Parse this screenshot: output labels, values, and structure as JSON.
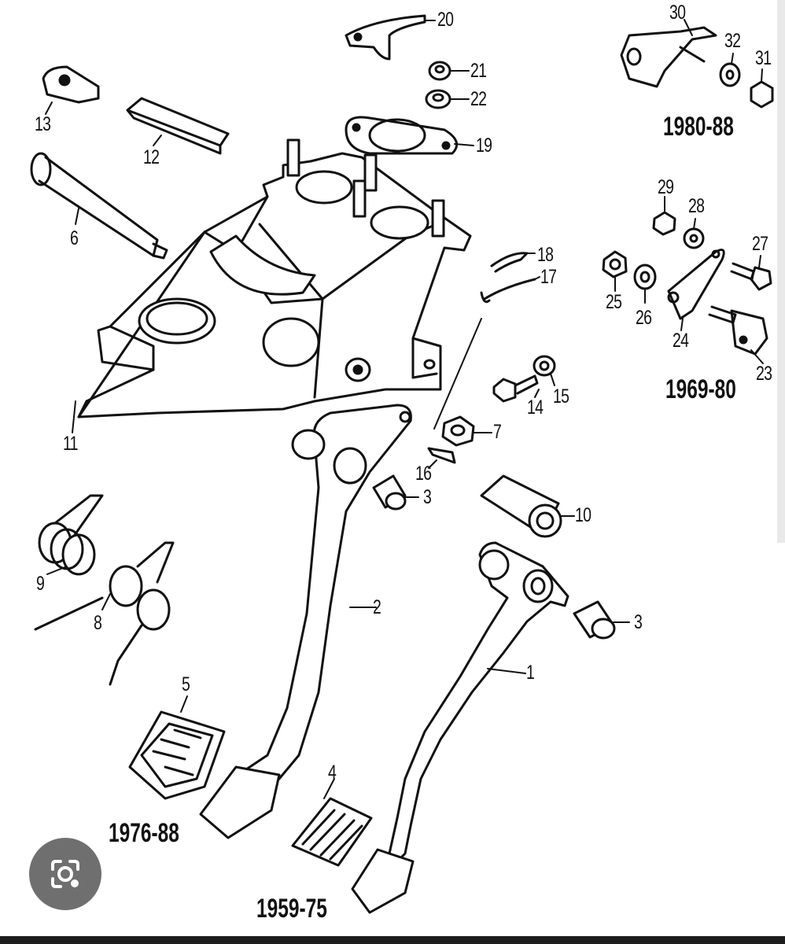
{
  "callouts": [
    "1",
    "2",
    "3",
    "3",
    "4",
    "5",
    "6",
    "7",
    "8",
    "9",
    "10",
    "11",
    "12",
    "13",
    "14",
    "15",
    "16",
    "17",
    "18",
    "19",
    "20",
    "21",
    "22",
    "23",
    "24",
    "25",
    "26",
    "27",
    "28",
    "29",
    "30",
    "31",
    "32"
  ],
  "year_labels": {
    "top_right": "1980-88",
    "middle_right": "1969-80",
    "bottom_left": "1976-88",
    "bottom_center": "1959-75"
  },
  "lens_button": {
    "icon": "google-lens-icon"
  },
  "colors": {
    "ink": "#111111",
    "background": "#ffffff",
    "lens_bg": "#6f6f6f",
    "bottom_bar": "#1d1d1d"
  }
}
